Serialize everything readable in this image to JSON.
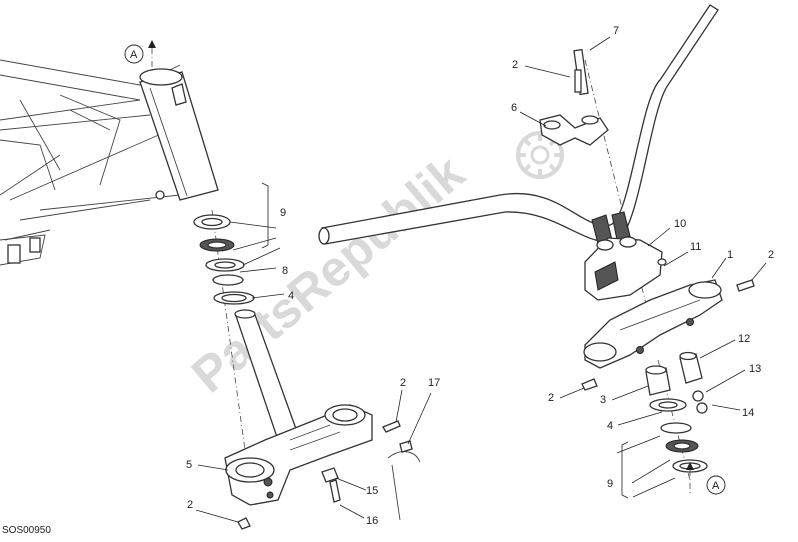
{
  "watermark": {
    "text": "PartsRepublik"
  },
  "drawing_code": "SOS00950",
  "reference_marker": "A",
  "callouts": {
    "n1": "1",
    "n2a": "2",
    "n2b": "2",
    "n2c": "2",
    "n2d": "2",
    "n2e": "2",
    "n3": "3",
    "n4a": "4",
    "n4b": "4",
    "n5": "5",
    "n6": "6",
    "n7": "7",
    "n8": "8",
    "n9a": "9",
    "n9b": "9",
    "n10": "10",
    "n11": "11",
    "n12": "12",
    "n13": "13",
    "n14": "14",
    "n15": "15",
    "n16": "16",
    "n17": "17"
  },
  "icons": {
    "watermark_logo": "gear-icon"
  }
}
